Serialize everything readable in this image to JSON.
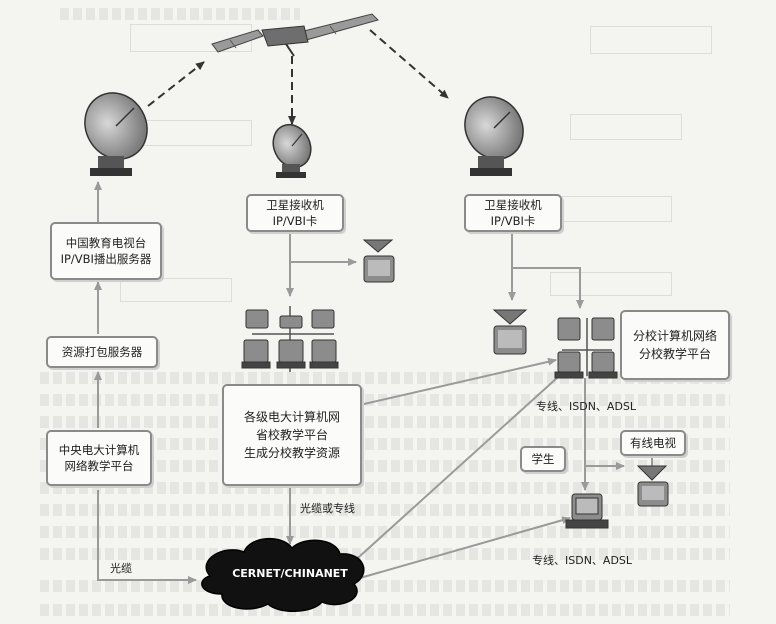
{
  "nodes": {
    "cctv_server": {
      "line1": "中国教育电视台",
      "line2": "IP/VBI播出服务器"
    },
    "packager": {
      "text": "资源打包服务器"
    },
    "central_platform": {
      "line1": "中央电大计算机",
      "line2": "网络教学平台"
    },
    "receiver_mid": {
      "line1": "卫星接收机",
      "line2": "IP/VBI卡"
    },
    "receiver_right": {
      "line1": "卫星接收机",
      "line2": "IP/VBI卡"
    },
    "provincial_platform": {
      "line1": "各级电大计算机网",
      "line2": "省校教学平台",
      "line3": "生成分校教学资源"
    },
    "branch_platform": {
      "line1": "分校计算机网络",
      "line2": "分校教学平台"
    },
    "student": {
      "text": "学生"
    },
    "cable_tv": {
      "text": "有线电视"
    }
  },
  "labels": {
    "lines_upper": "专线、ISDN、ADSL",
    "lines_lower": "专线、ISDN、ADSL",
    "cable_or_line": "光缆或专线",
    "fiber": "光缆",
    "network": "CERNET/CHINANET"
  },
  "colors": {
    "box_border": "#8a8a8a",
    "arrow": "#9a9a9a",
    "dashed_arrow": "#333333",
    "cloud": "#111111"
  }
}
